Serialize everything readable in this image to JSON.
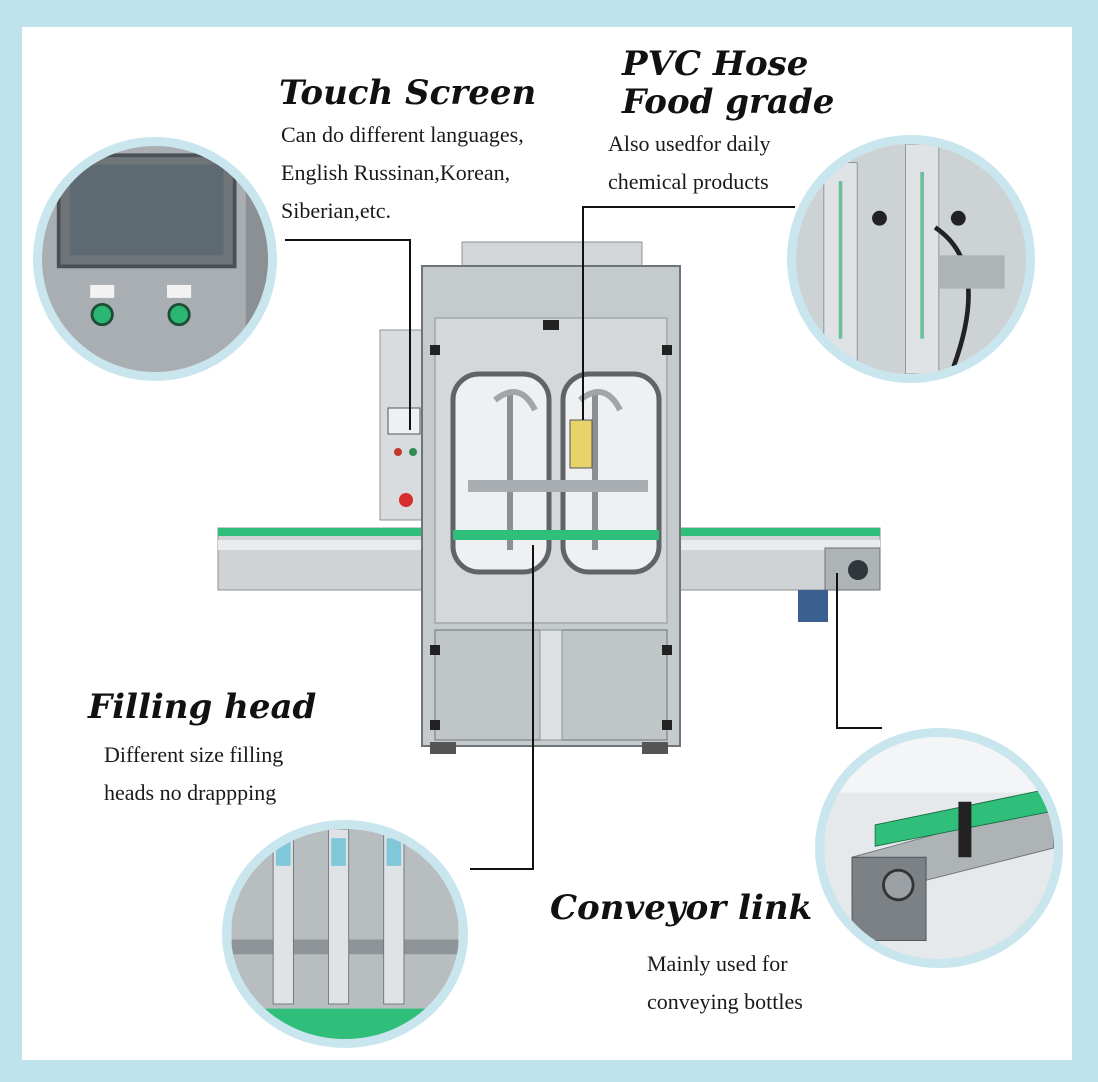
{
  "colors": {
    "frame": "#bfe2ec",
    "ring": "#c9e6ef",
    "panel": "#ffffff",
    "steel": "#c9ced2",
    "belt": "#2fbf7a"
  },
  "callouts": {
    "touch_screen": {
      "title": "Touch Screen",
      "lines": [
        "Can do different languages,",
        "English Russinan,Korean,",
        "Siberian,etc."
      ]
    },
    "pvc_hose": {
      "title_lines": [
        "PVC Hose",
        "Food grade"
      ],
      "lines": [
        "Also usedfor daily",
        "chemical products"
      ]
    },
    "filling_head": {
      "title": "Filling head",
      "lines": [
        "Different size filling",
        "heads no drappping"
      ]
    },
    "conveyor_link": {
      "title": "Conveyor link",
      "lines": [
        "Mainly used for",
        "conveying bottles"
      ]
    }
  }
}
